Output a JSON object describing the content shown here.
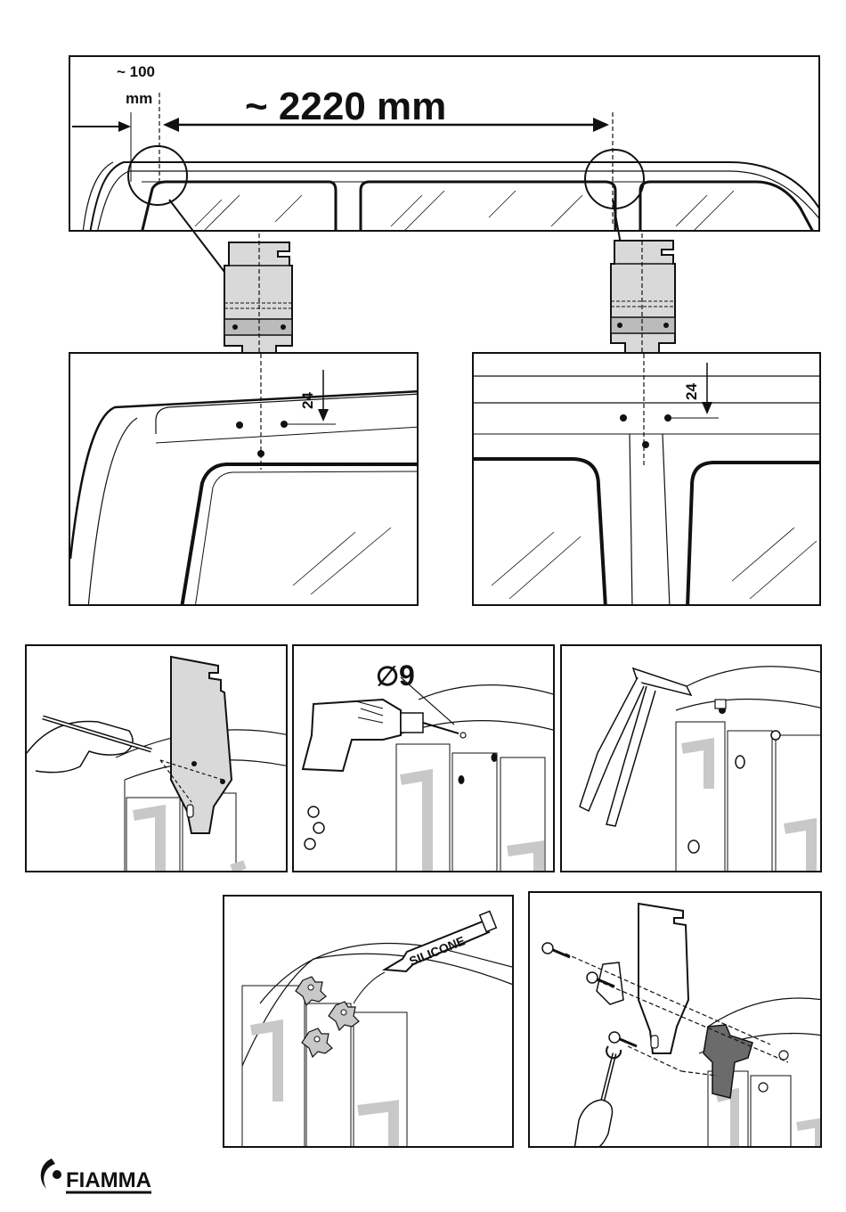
{
  "top": {
    "offset_value": "~ 100",
    "offset_unit": "mm",
    "span_label": "~ 2220 mm"
  },
  "detail_left": {
    "dimension": "24"
  },
  "detail_right": {
    "dimension": "24"
  },
  "drill": {
    "diameter_symbol": "∅",
    "diameter_value": "9"
  },
  "silicone": {
    "tube_label": "SILICONE"
  },
  "brand": {
    "name": "FIAMMA"
  },
  "colors": {
    "ink": "#111111",
    "bracket_fill": "#d9d9d9",
    "plate_fill": "#6b6b6b",
    "stripe": "#c8c8c8"
  }
}
